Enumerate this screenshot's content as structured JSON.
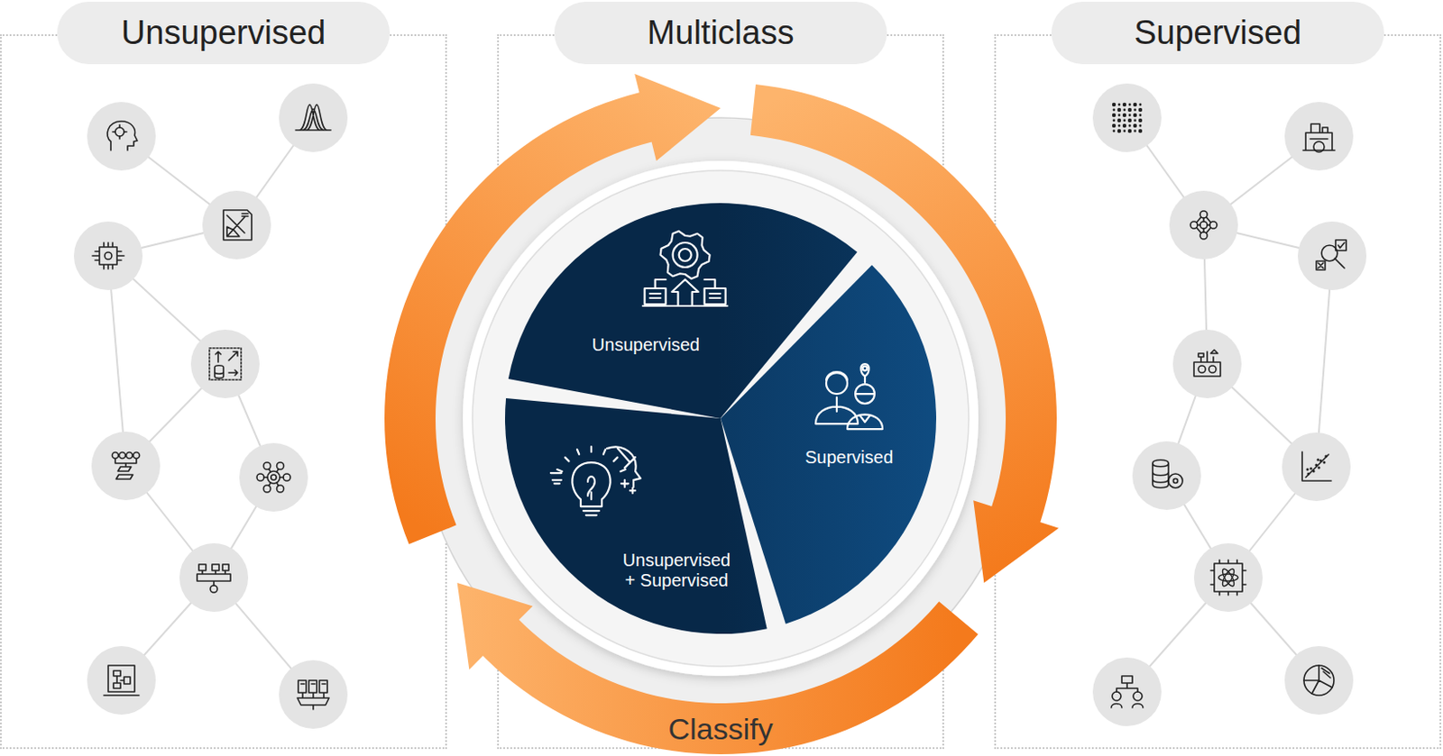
{
  "diagram": {
    "nodes": [
      {
        "text": [
          "Unsupervised"
        ]
      },
      {
        "text": [
          "Multiclass"
        ]
      },
      {
        "text": [
          "Supervised"
        ]
      },
      {
        "text": [
          "Unsupervised"
        ],
        "in": 1
      },
      {
        "text": [
          "Supervised"
        ],
        "in": 1
      },
      {
        "text": [
          "Unsupervised + Supervised"
        ],
        "in": 1
      }
    ],
    "labels": [
      "Classify"
    ]
  }
}
